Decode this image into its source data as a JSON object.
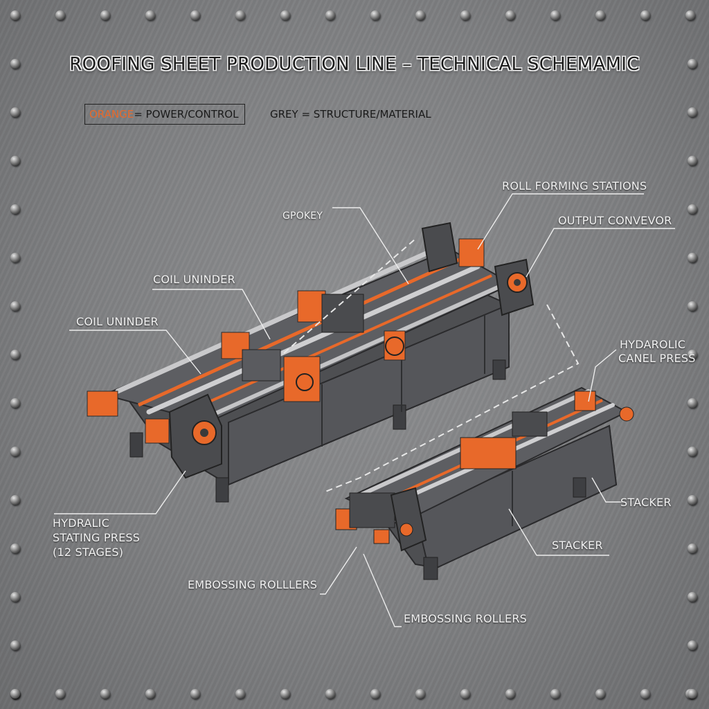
{
  "title": "ROOFING SHEET PRODUCTION LINE – TECHNICAL SCHEMAMIC",
  "legend": {
    "orange_word": "ORANGE",
    "orange_rest": " = POWER/CONTROL",
    "grey": "GREY = STRUCTURE/MATERIAL"
  },
  "colors": {
    "power_control": "#e8692a",
    "structure": "#4b4c4f"
  },
  "labels": {
    "roll_forming": "ROLL FORMING STATIONS",
    "output_conveyor": "OUTPUT CONVEVOR",
    "gpokey": "GPOKEY",
    "coil_uninder_1": "COIL UNINDER",
    "coil_uninder_2": "COIL UNINDER",
    "hydraulic_canel_1": "HYDAROLIC",
    "hydraulic_canel_2": "CANEL PRESS",
    "stacker_1": "STACKER",
    "stacker_2": "STACKER",
    "hydraulic_stating_1": "HYDRALIC",
    "hydraulic_stating_2": "STATING PRESS",
    "hydraulic_stating_3": "(12 STAGES)",
    "embossing_1": "EMBOSSING ROLLLERS",
    "embossing_2": "EMBOSSING ROLLERS"
  }
}
